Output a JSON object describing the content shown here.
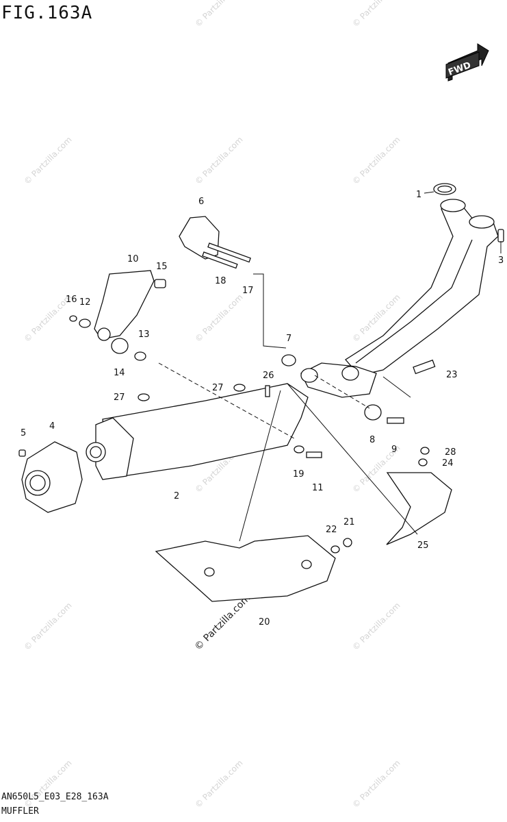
{
  "figure": {
    "title": "FIG.163A",
    "code": "AN650L5_E03_E28_163A",
    "name": "MUFFLER",
    "fwd_label": "FWD",
    "watermark": "© Partzilla.com"
  },
  "parts": [
    {
      "id": "1",
      "label": "1"
    },
    {
      "id": "2",
      "label": "2"
    },
    {
      "id": "3",
      "label": "3"
    },
    {
      "id": "4",
      "label": "4"
    },
    {
      "id": "5",
      "label": "5"
    },
    {
      "id": "6",
      "label": "6"
    },
    {
      "id": "7",
      "label": "7"
    },
    {
      "id": "8",
      "label": "8"
    },
    {
      "id": "9",
      "label": "9"
    },
    {
      "id": "10",
      "label": "10"
    },
    {
      "id": "11",
      "label": "11"
    },
    {
      "id": "12",
      "label": "12"
    },
    {
      "id": "13",
      "label": "13"
    },
    {
      "id": "14",
      "label": "14"
    },
    {
      "id": "15",
      "label": "15"
    },
    {
      "id": "16",
      "label": "16"
    },
    {
      "id": "17",
      "label": "17"
    },
    {
      "id": "18",
      "label": "18"
    },
    {
      "id": "19",
      "label": "19"
    },
    {
      "id": "20",
      "label": "20"
    },
    {
      "id": "21",
      "label": "21"
    },
    {
      "id": "22",
      "label": "22"
    },
    {
      "id": "23",
      "label": "23"
    },
    {
      "id": "24",
      "label": "24"
    },
    {
      "id": "25",
      "label": "25"
    },
    {
      "id": "26",
      "label": "26"
    },
    {
      "id": "27",
      "label": "27"
    },
    {
      "id": "27b",
      "label": "27"
    },
    {
      "id": "28",
      "label": "28"
    }
  ]
}
